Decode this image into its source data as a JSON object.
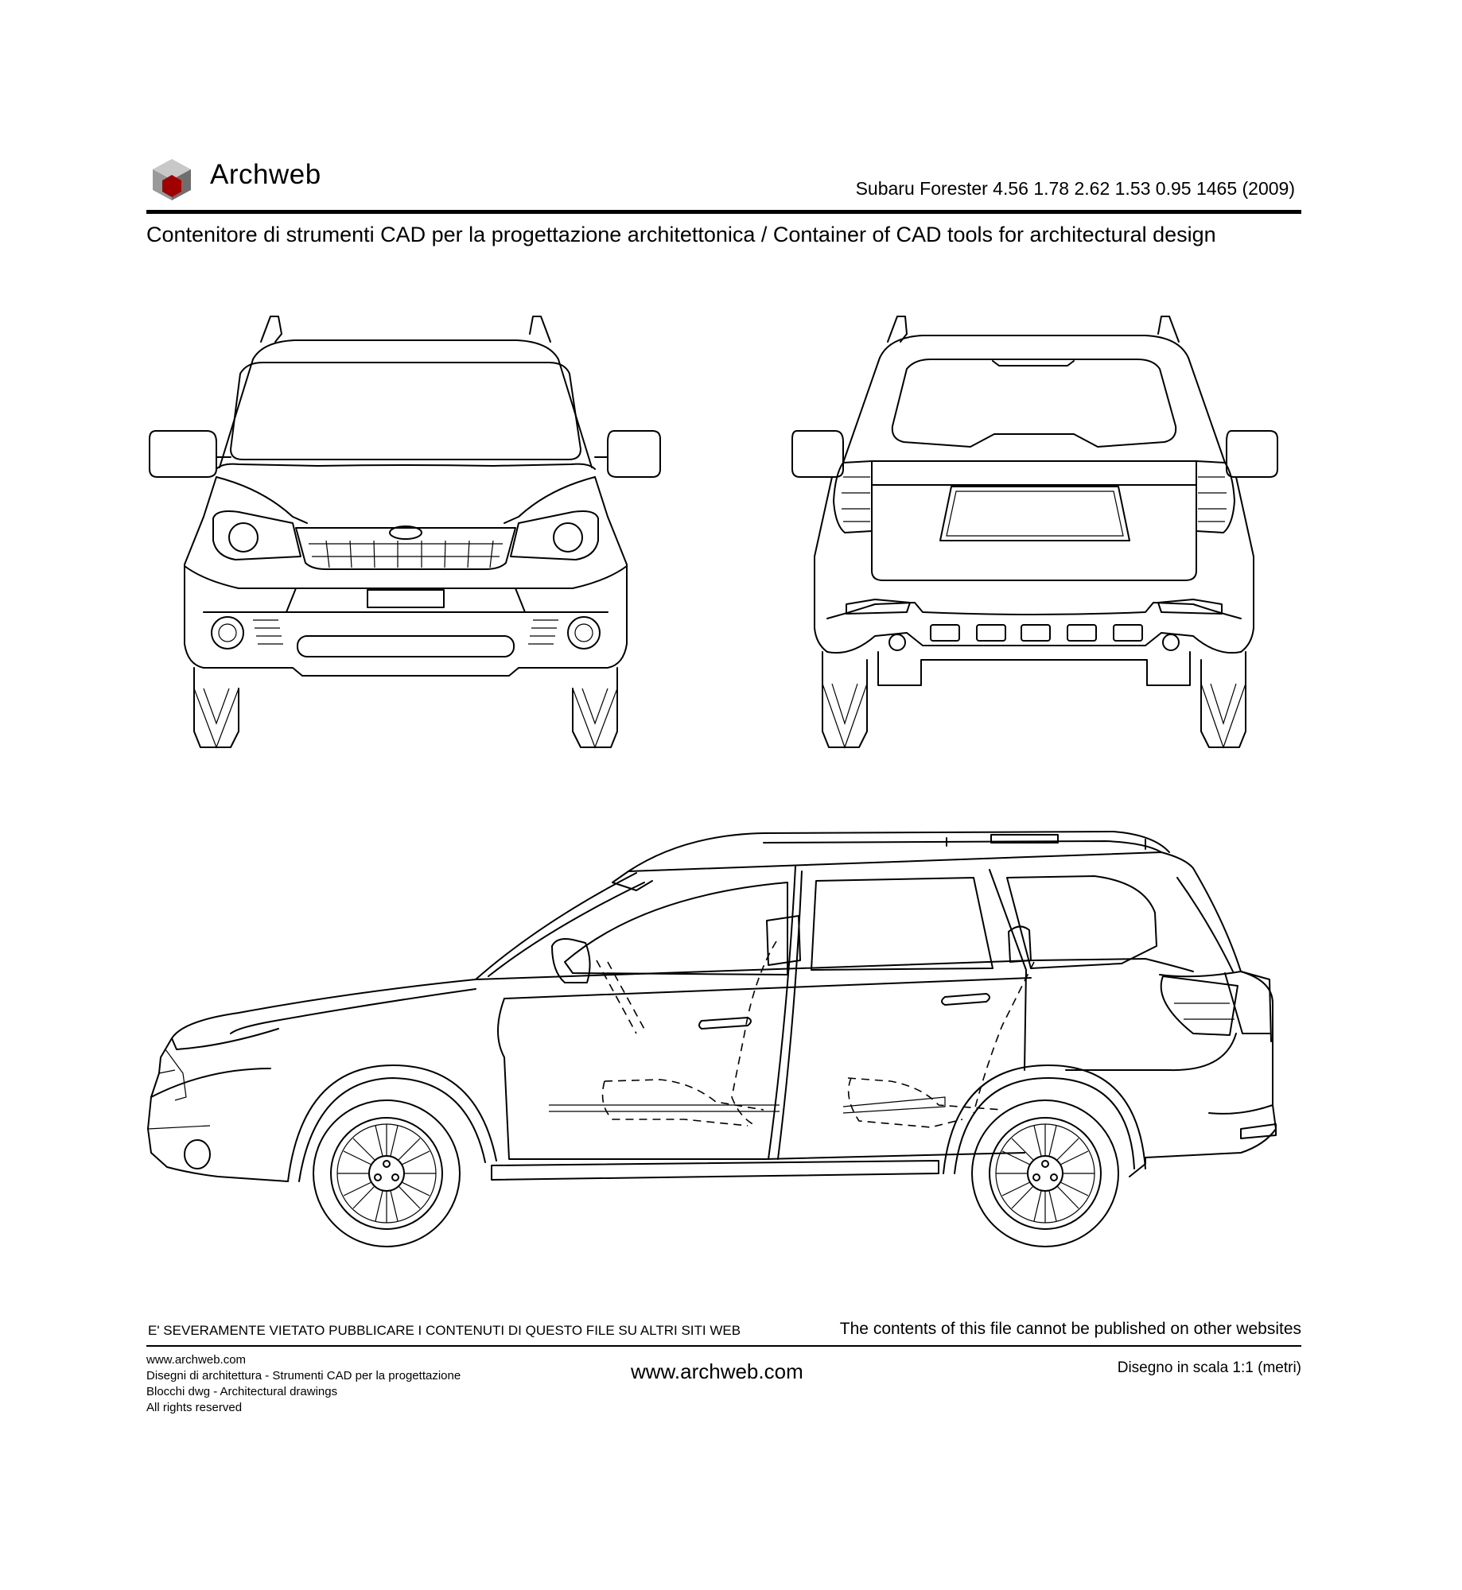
{
  "header": {
    "brand": "Archweb",
    "drawing_title": "Subaru Forester 4.56 1.78 2.62 1.53 0.95 1465 (2009)",
    "subtitle": "Contenitore di strumenti CAD per la progettazione architettonica  /  Container of CAD tools for architectural design"
  },
  "logo": {
    "icon": "archweb-cube-logo",
    "colors": [
      "#9a9a9a",
      "#6e6e6e",
      "#c8c8c8",
      "#a00000"
    ]
  },
  "views": [
    "front-view",
    "rear-view",
    "side-view"
  ],
  "footer": {
    "warning_it": "E' SEVERAMENTE VIETATO PUBBLICARE I CONTENUTI DI QUESTO FILE SU ALTRI SITI WEB",
    "warning_en": "The contents of this file cannot be published on other websites",
    "site_small": "www.archweb.com",
    "line_a": "Disegni di architettura - Strumenti CAD  per la progettazione",
    "line_b": "Blocchi dwg - Architectural drawings",
    "line_c": "All rights reserved",
    "site_big": "www.archweb.com",
    "scale": "Disegno in scala 1:1 (metri)"
  }
}
